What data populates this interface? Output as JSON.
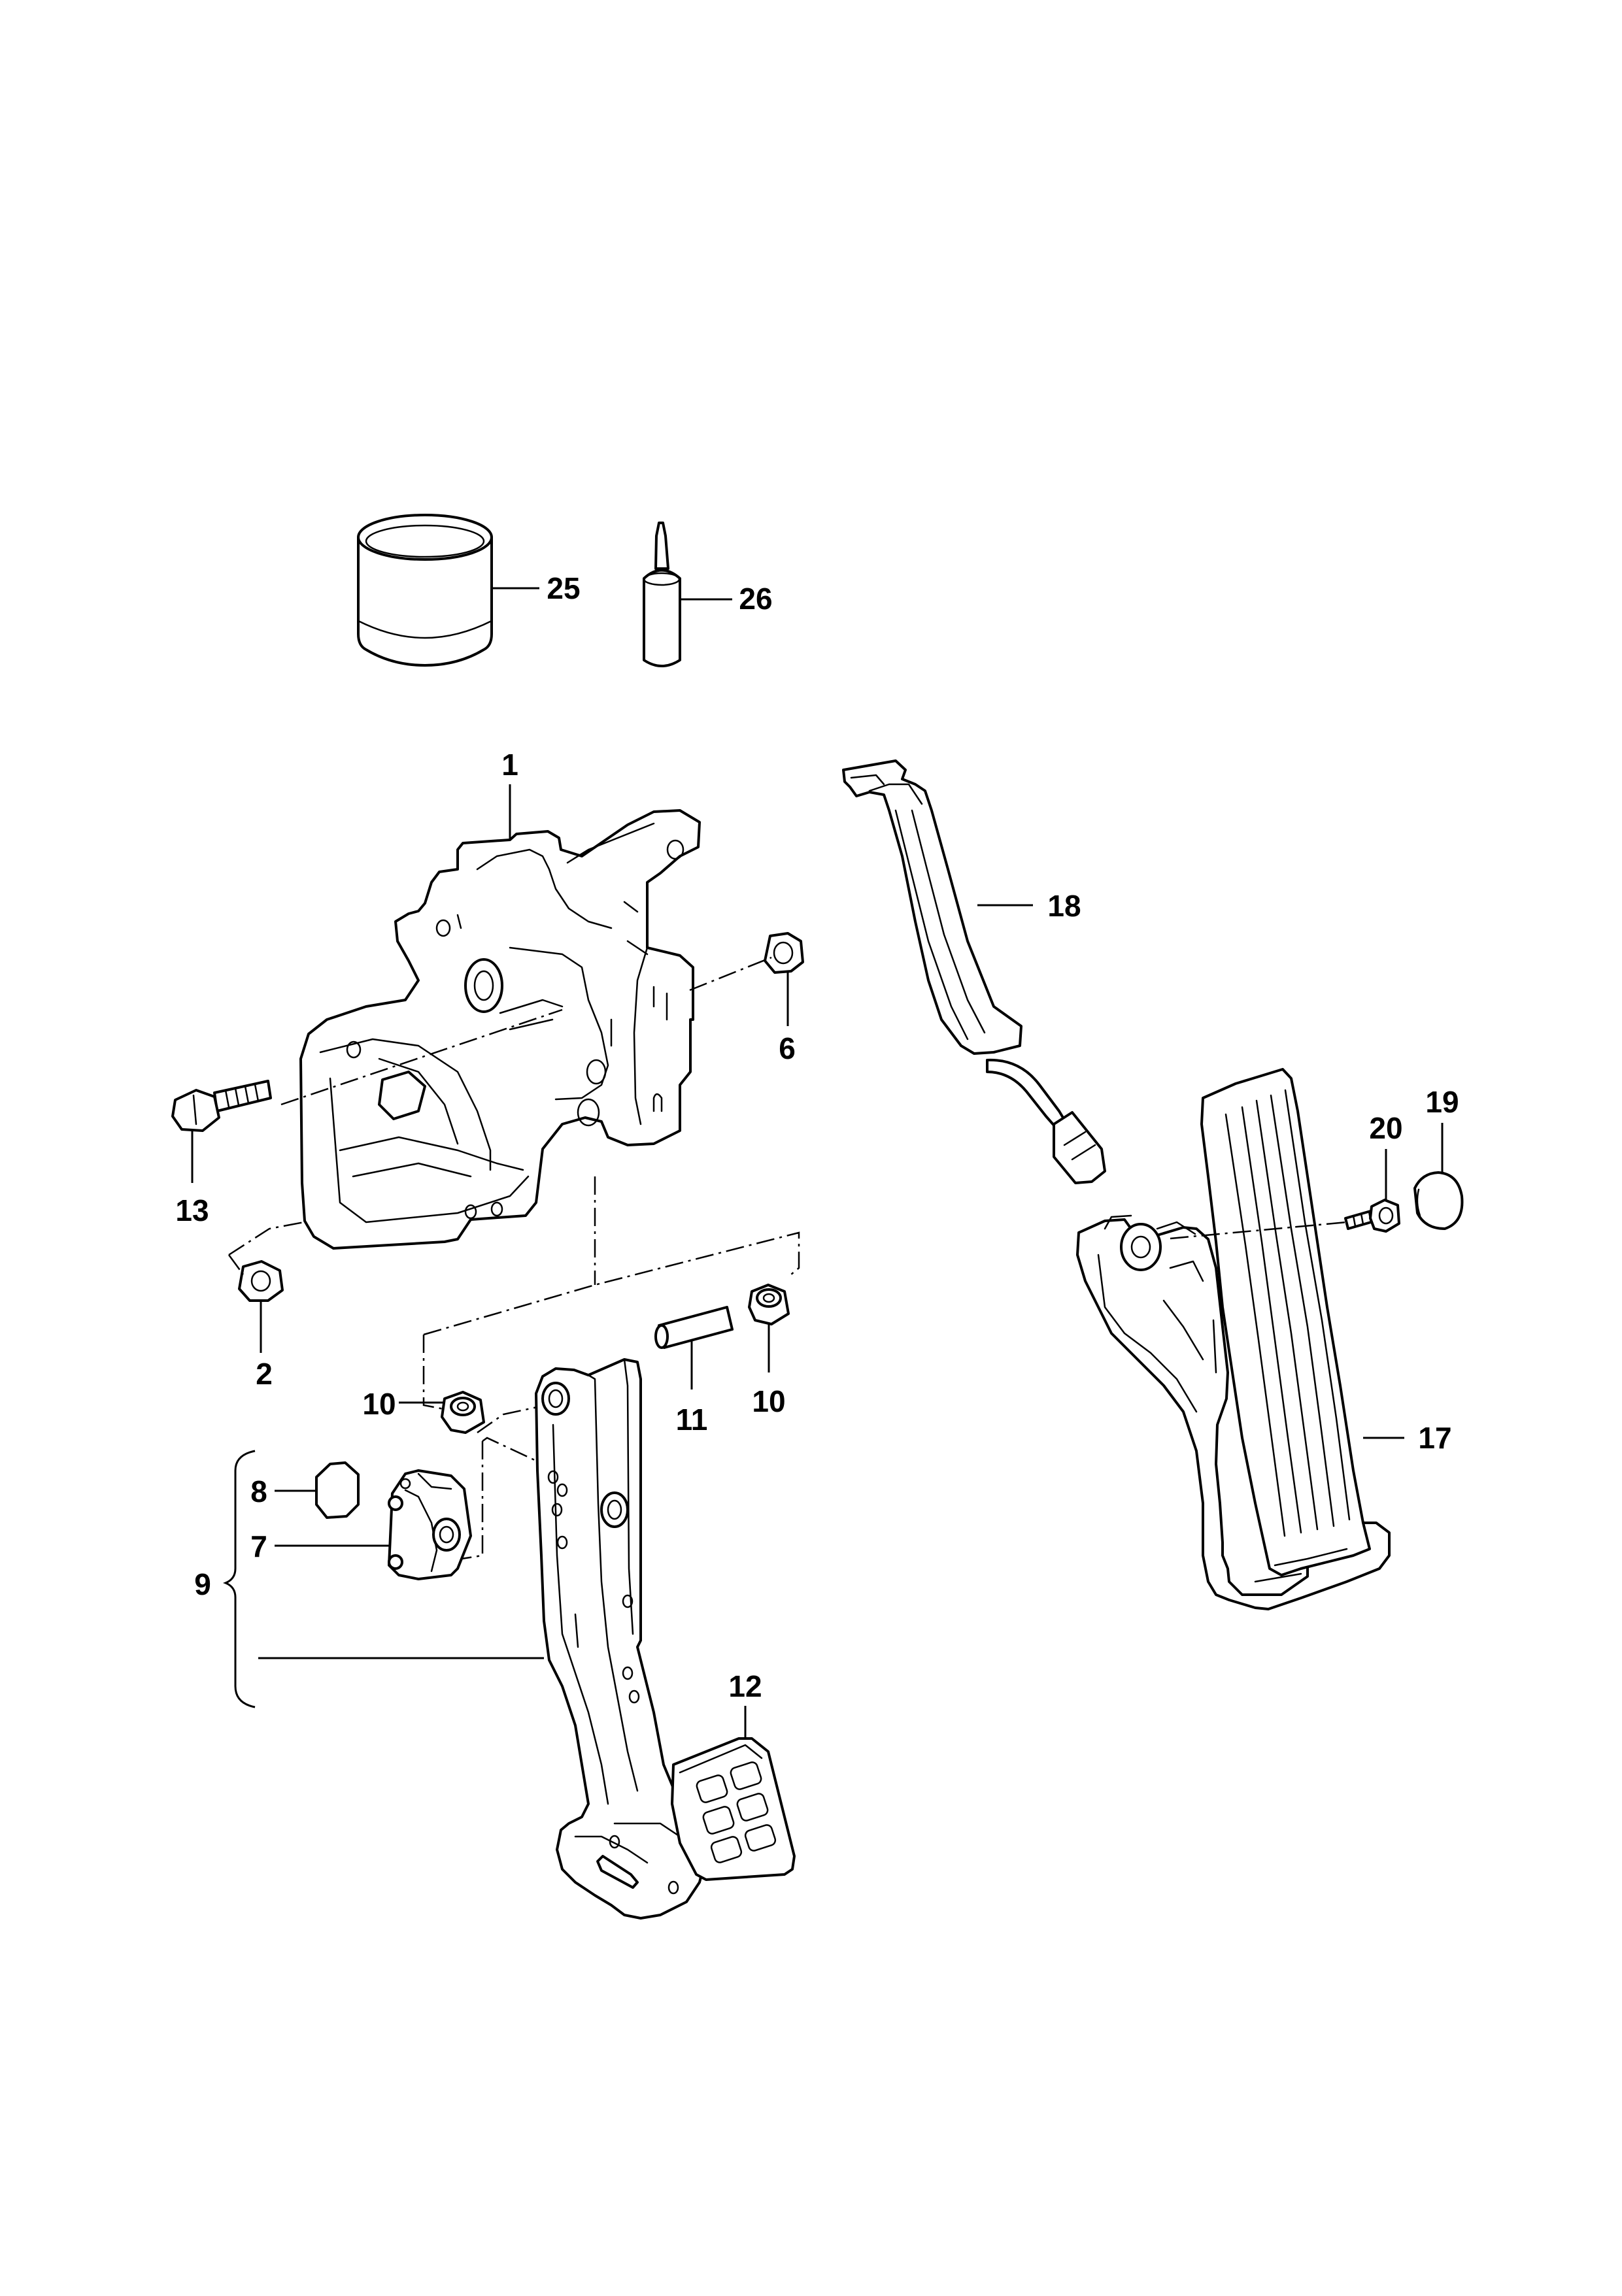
{
  "diagram": {
    "labels": {
      "l1": "1",
      "l2": "2",
      "l6": "6",
      "l7": "7",
      "l8": "8",
      "l9": "9",
      "l10a": "10",
      "l10b": "10",
      "l11": "11",
      "l12": "12",
      "l13": "13",
      "l17": "17",
      "l18": "18",
      "l19": "19",
      "l20": "20",
      "l25": "25",
      "l26": "26"
    }
  }
}
